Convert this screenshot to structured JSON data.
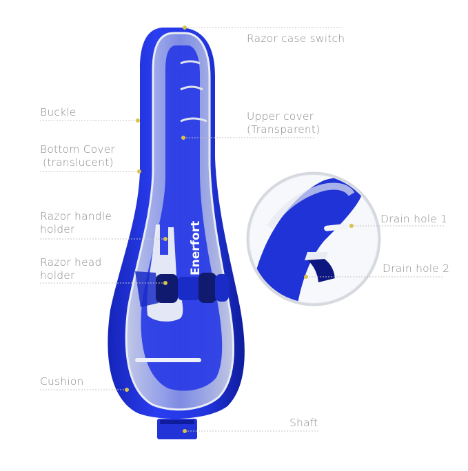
{
  "brand": "Enerfort",
  "colors": {
    "body_blue": "#1f2fd6",
    "dark_blue": "#0d1a8f",
    "cover": "#c9d0dc",
    "leader": "#b8b8b8",
    "dot": "#d9c34a",
    "label": "#8a8a8a"
  },
  "labels": {
    "razor_case_switch": "Razor case switch",
    "buckle": "Buckle",
    "upper_cover_1": "Upper cover",
    "upper_cover_2": "(Transparent)",
    "bottom_cover_1": "Bottom Cover",
    "bottom_cover_2": "(translucent)",
    "razor_handle_holder_1": "Razor handle",
    "razor_handle_holder_2": "holder",
    "razor_head_holder_1": "Razor head",
    "razor_head_holder_2": "holder",
    "drain_hole_1": "Drain hole 1",
    "drain_hole_2": "Drain hole 2",
    "cushion": "Cushion",
    "shaft": "Shaft"
  }
}
